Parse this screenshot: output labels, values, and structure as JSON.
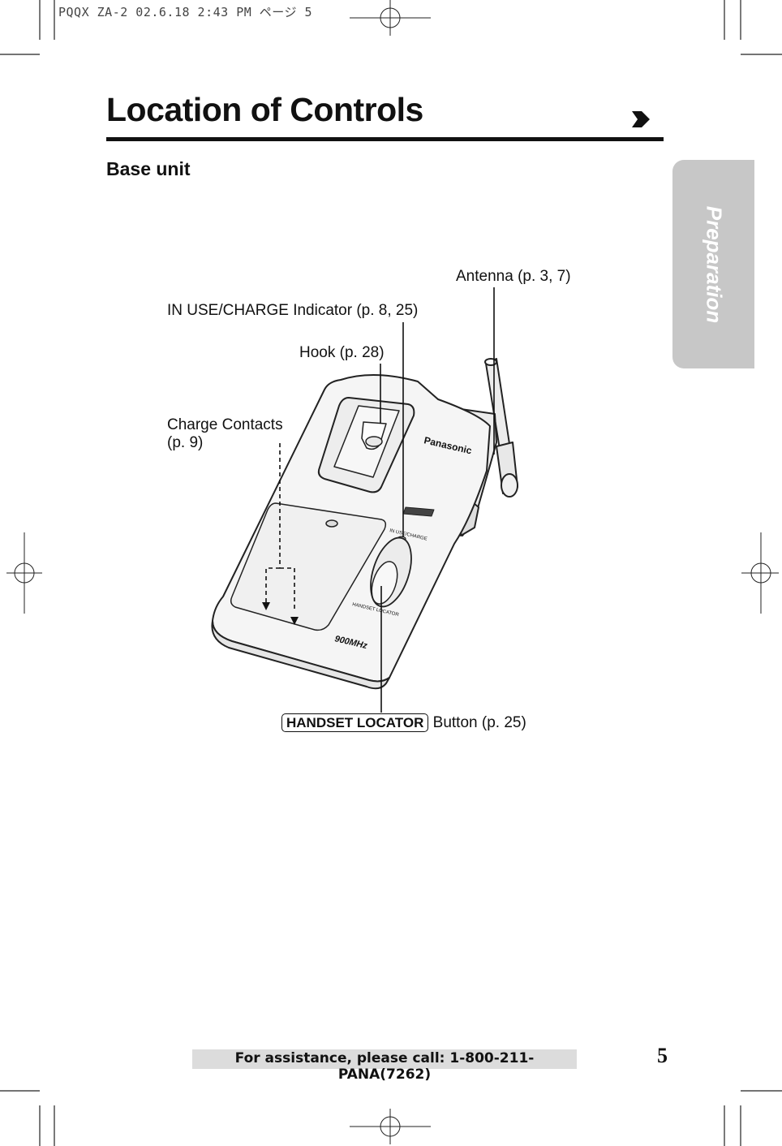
{
  "print_header": "PQQX  ZA-2  02.6.18 2:43 PM  ページ 5",
  "page": {
    "title": "Location of Controls",
    "section": "Base unit",
    "side_tab": "Preparation",
    "continue_icon": "arrow-right-icon"
  },
  "callouts": {
    "antenna": "Antenna (p. 3, 7)",
    "indicator": "IN USE/CHARGE Indicator (p. 8, 25)",
    "hook": "Hook (p. 28)",
    "charge_contacts_line1": "Charge Contacts",
    "charge_contacts_line2": "(p. 9)",
    "locator_key": "HANDSET LOCATOR",
    "locator_suffix": "Button (p. 25)"
  },
  "device_labels": {
    "brand": "Panasonic",
    "indicator": "IN USE/CHARGE",
    "locator": "HANDSET LOCATOR",
    "badge": "900MHz"
  },
  "footer": {
    "assistance": "For assistance, please call: 1-800-211-PANA(7262)",
    "page_number": "5"
  }
}
